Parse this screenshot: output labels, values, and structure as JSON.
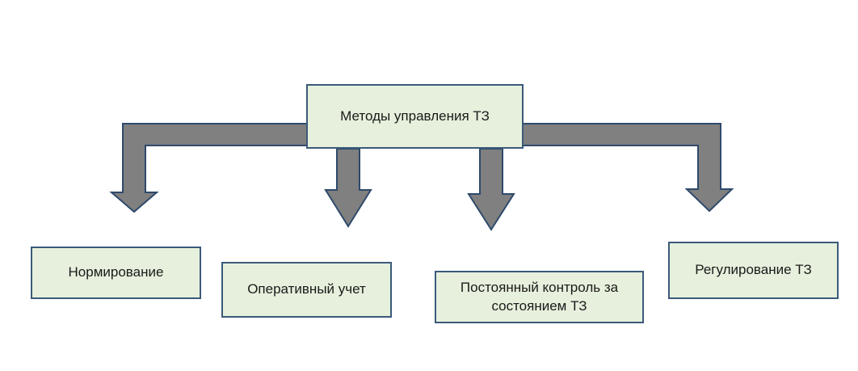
{
  "root": {
    "label": "Методы управления ТЗ"
  },
  "children": [
    {
      "key": "norm",
      "label": "Нормирование"
    },
    {
      "key": "oper",
      "label": "Оперативный учет"
    },
    {
      "key": "post",
      "label": "Постоянный контроль за состоянием ТЗ"
    },
    {
      "key": "reg",
      "label": "Регулирование ТЗ"
    }
  ],
  "colors": {
    "box_fill": "#e6f0dc",
    "box_border": "#3b5a7a",
    "arrow_fill": "#808080",
    "arrow_stroke": "#2e4a6b"
  }
}
